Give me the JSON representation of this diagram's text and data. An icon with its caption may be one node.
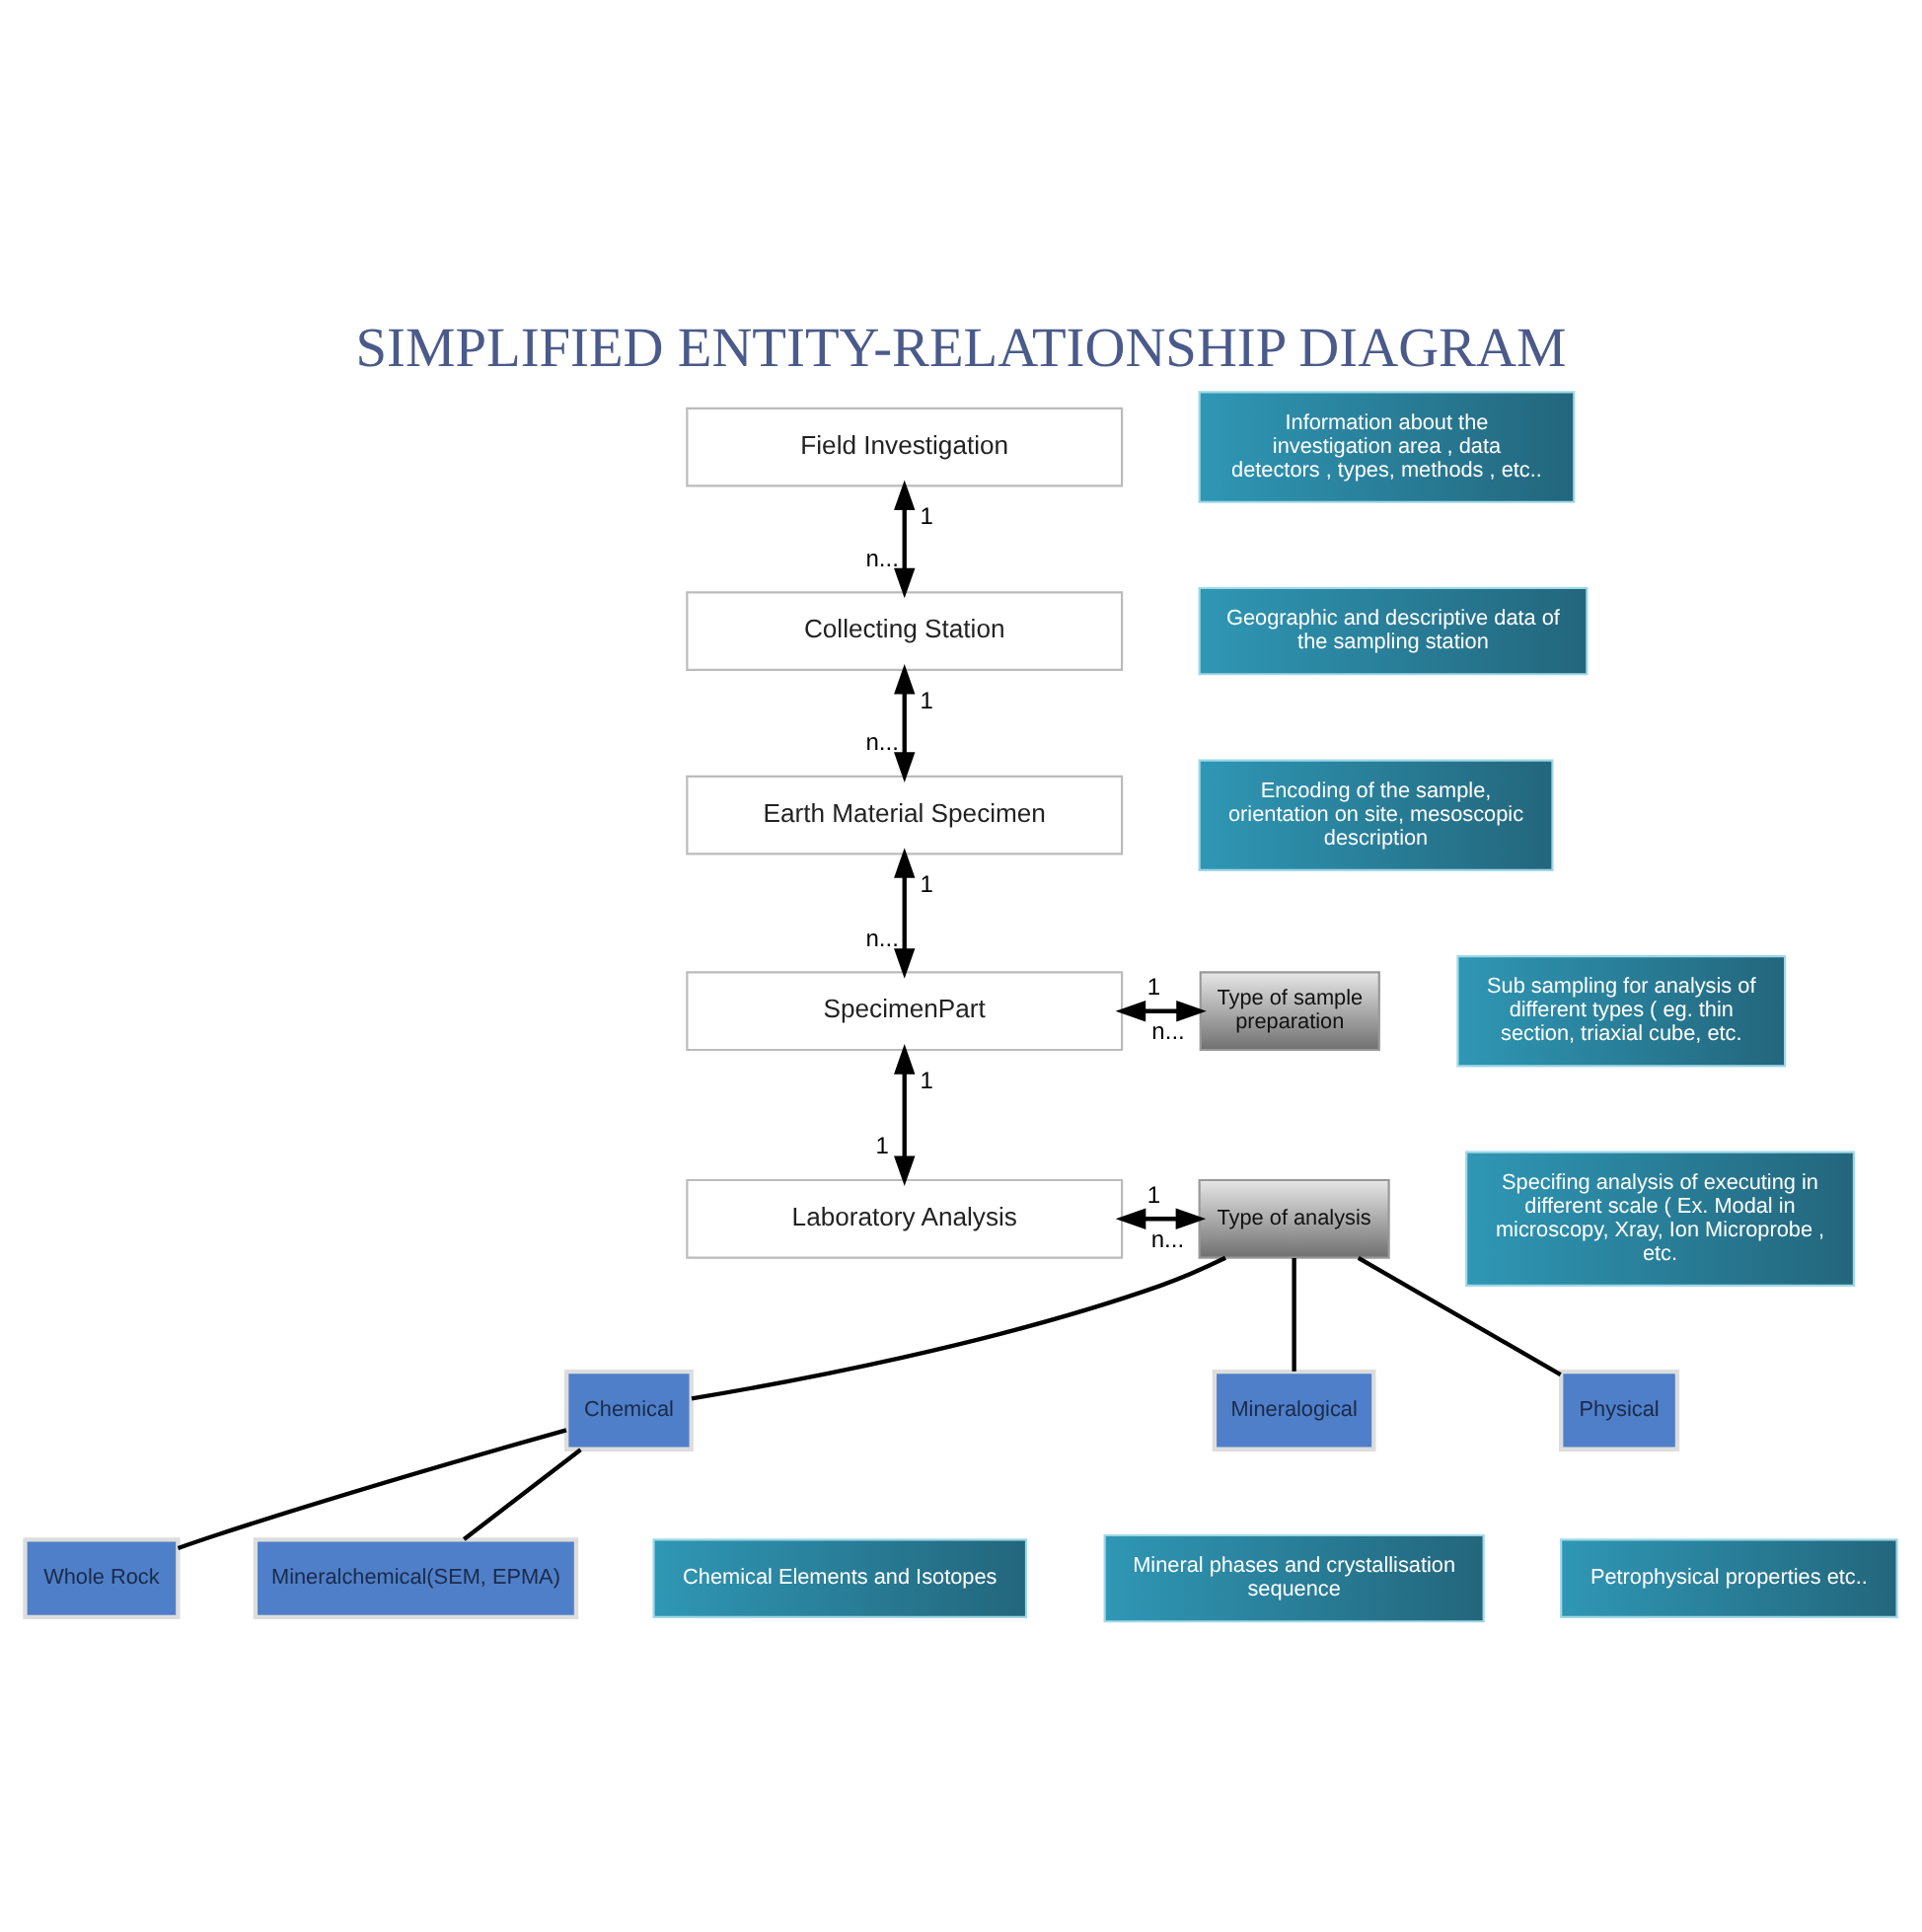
{
  "diagram": {
    "title": "SIMPLIFIED ENTITY-RELATIONSHIP DIAGRAM",
    "nodes": [
      {
        "text": [
          "Field Investigation"
        ]
      },
      {
        "text": [
          "Collecting Station"
        ]
      },
      {
        "text": [
          "Earth Material Specimen"
        ]
      },
      {
        "text": [
          "SpecimenPart"
        ]
      },
      {
        "text": [
          "Type of sample preparation"
        ]
      },
      {
        "text": [
          "Laboratory Analysis"
        ]
      },
      {
        "text": [
          "Type of analysis"
        ]
      },
      {
        "text": [
          "Chemical"
        ]
      },
      {
        "text": [
          "Mineralogical"
        ]
      },
      {
        "text": [
          "Physical"
        ]
      },
      {
        "text": [
          "Whole Rock"
        ]
      },
      {
        "text": [
          "Mineralchemical(SEM, EPMA)"
        ]
      },
      {
        "text": [
          "Information about the investigation area , data detectors , types, methods , etc.."
        ]
      },
      {
        "text": [
          "Geographic and descriptive data of the sampling station"
        ]
      },
      {
        "text": [
          "Encoding of the sample, orientation on site, mesoscopic description"
        ]
      },
      {
        "text": [
          "Sub sampling for analysis of different types ( eg. thin section, triaxial cube, etc."
        ]
      },
      {
        "text": [
          "Specifing analysis of executing in different scale ( Ex. Modal in microscopy, Xray, Ion Microprobe , etc."
        ]
      },
      {
        "text": [
          "Chemical Elements and Isotopes"
        ]
      },
      {
        "text": [
          "Mineral phases and crystallisation sequence"
        ]
      },
      {
        "text": [
          "Petrophysical properties etc.."
        ]
      }
    ],
    "edges": [
      {
        "from": 0,
        "to": 1,
        "arrow": "both"
      },
      {
        "from": 1,
        "to": 2,
        "arrow": "both"
      },
      {
        "from": 2,
        "to": 3,
        "arrow": "both"
      },
      {
        "from": 3,
        "to": 4,
        "arrow": "both"
      },
      {
        "from": 3,
        "to": 5,
        "arrow": "both"
      },
      {
        "from": 5,
        "to": 6,
        "arrow": "both"
      },
      {
        "from": 6,
        "to": 7,
        "arrow": "none"
      },
      {
        "from": 6,
        "to": 8,
        "arrow": "none"
      },
      {
        "from": 6,
        "to": 9,
        "arrow": "none"
      },
      {
        "from": 7,
        "to": 10,
        "arrow": "none"
      },
      {
        "from": 7,
        "to": 11,
        "arrow": "none"
      }
    ],
    "labels": [
      "1",
      "n...",
      "1",
      "n...",
      "1",
      "n...",
      "1",
      "n...",
      "1",
      "1",
      "1",
      "n..."
    ]
  }
}
